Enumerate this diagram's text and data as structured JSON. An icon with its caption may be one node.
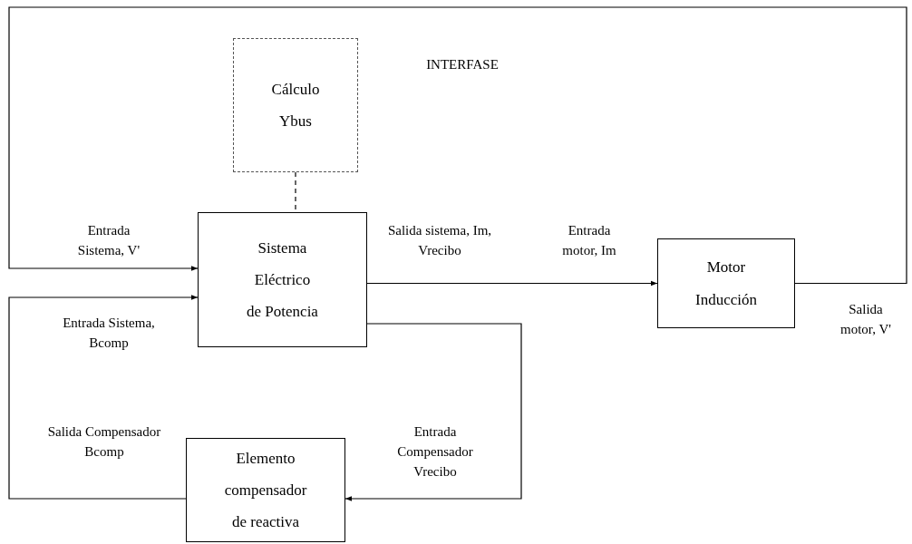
{
  "diagram": {
    "nodes": [
      {
        "text": [
          "Cálculo",
          "Ybus"
        ]
      },
      {
        "text": [
          "Sistema",
          "Eléctrico",
          "de Potencia"
        ]
      },
      {
        "text": [
          "Motor",
          "Inducción"
        ]
      },
      {
        "text": [
          "Elemento",
          "compensador",
          "de reactiva"
        ]
      }
    ],
    "edges": [
      {
        "from": 0,
        "to": 1,
        "arrow": "none",
        "style": "dashed"
      },
      {
        "from": 1,
        "to": 2,
        "arrow": "to",
        "label": "Salida sistema, Im, Vrecibo"
      },
      {
        "from": 2,
        "to": 1,
        "arrow": "to",
        "label": "Salida motor, V'"
      },
      {
        "from": 1,
        "to": 3,
        "arrow": "to",
        "label": "Entrada Compensador Vrecibo"
      },
      {
        "from": 3,
        "to": 1,
        "arrow": "to",
        "label": "Salida Compensador Bcomp"
      }
    ],
    "labels": [
      "INTERFASE",
      "Entrada Sistema, V'",
      "Entrada motor, Im",
      "Entrada Sistema, Bcomp"
    ]
  }
}
